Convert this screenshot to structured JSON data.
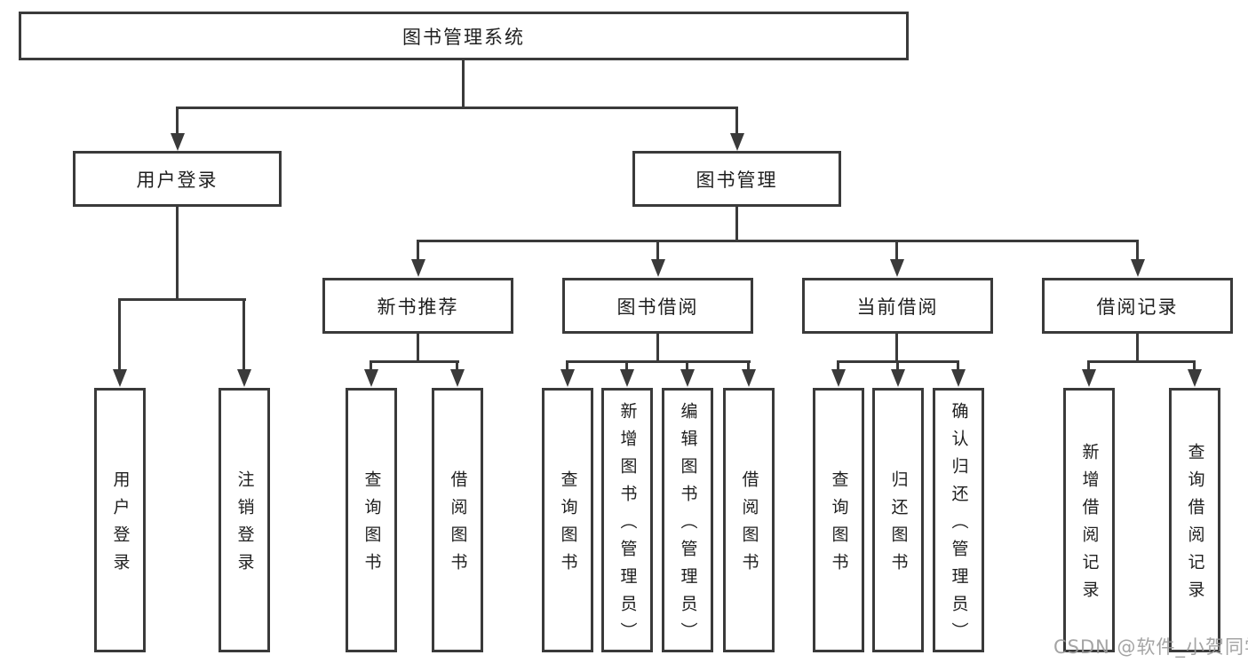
{
  "tree": {
    "label": "图书管理系统",
    "children": [
      {
        "label": "用户登录",
        "children": [
          {
            "label": "用户登录"
          },
          {
            "label": "注销登录"
          }
        ]
      },
      {
        "label": "图书管理",
        "children": [
          {
            "label": "新书推荐",
            "children": [
              {
                "label": "查询图书"
              },
              {
                "label": "借阅图书"
              }
            ]
          },
          {
            "label": "图书借阅",
            "children": [
              {
                "label": "查询图书"
              },
              {
                "label": "新增图书（管理员）"
              },
              {
                "label": "编辑图书（管理员）"
              },
              {
                "label": "借阅图书"
              }
            ]
          },
          {
            "label": "当前借阅",
            "children": [
              {
                "label": "查询图书"
              },
              {
                "label": "归还图书"
              },
              {
                "label": "确认归还（管理员）"
              }
            ]
          },
          {
            "label": "借阅记录",
            "children": [
              {
                "label": "新增借阅记录"
              },
              {
                "label": "查询借阅记录"
              }
            ]
          }
        ]
      }
    ]
  },
  "watermark": "CSDN @软件_小贺同学",
  "colors": {
    "line": "#3a3a3a",
    "text": "#1f1f1f",
    "watermark": "#9b9b9b",
    "background": "#ffffff"
  }
}
